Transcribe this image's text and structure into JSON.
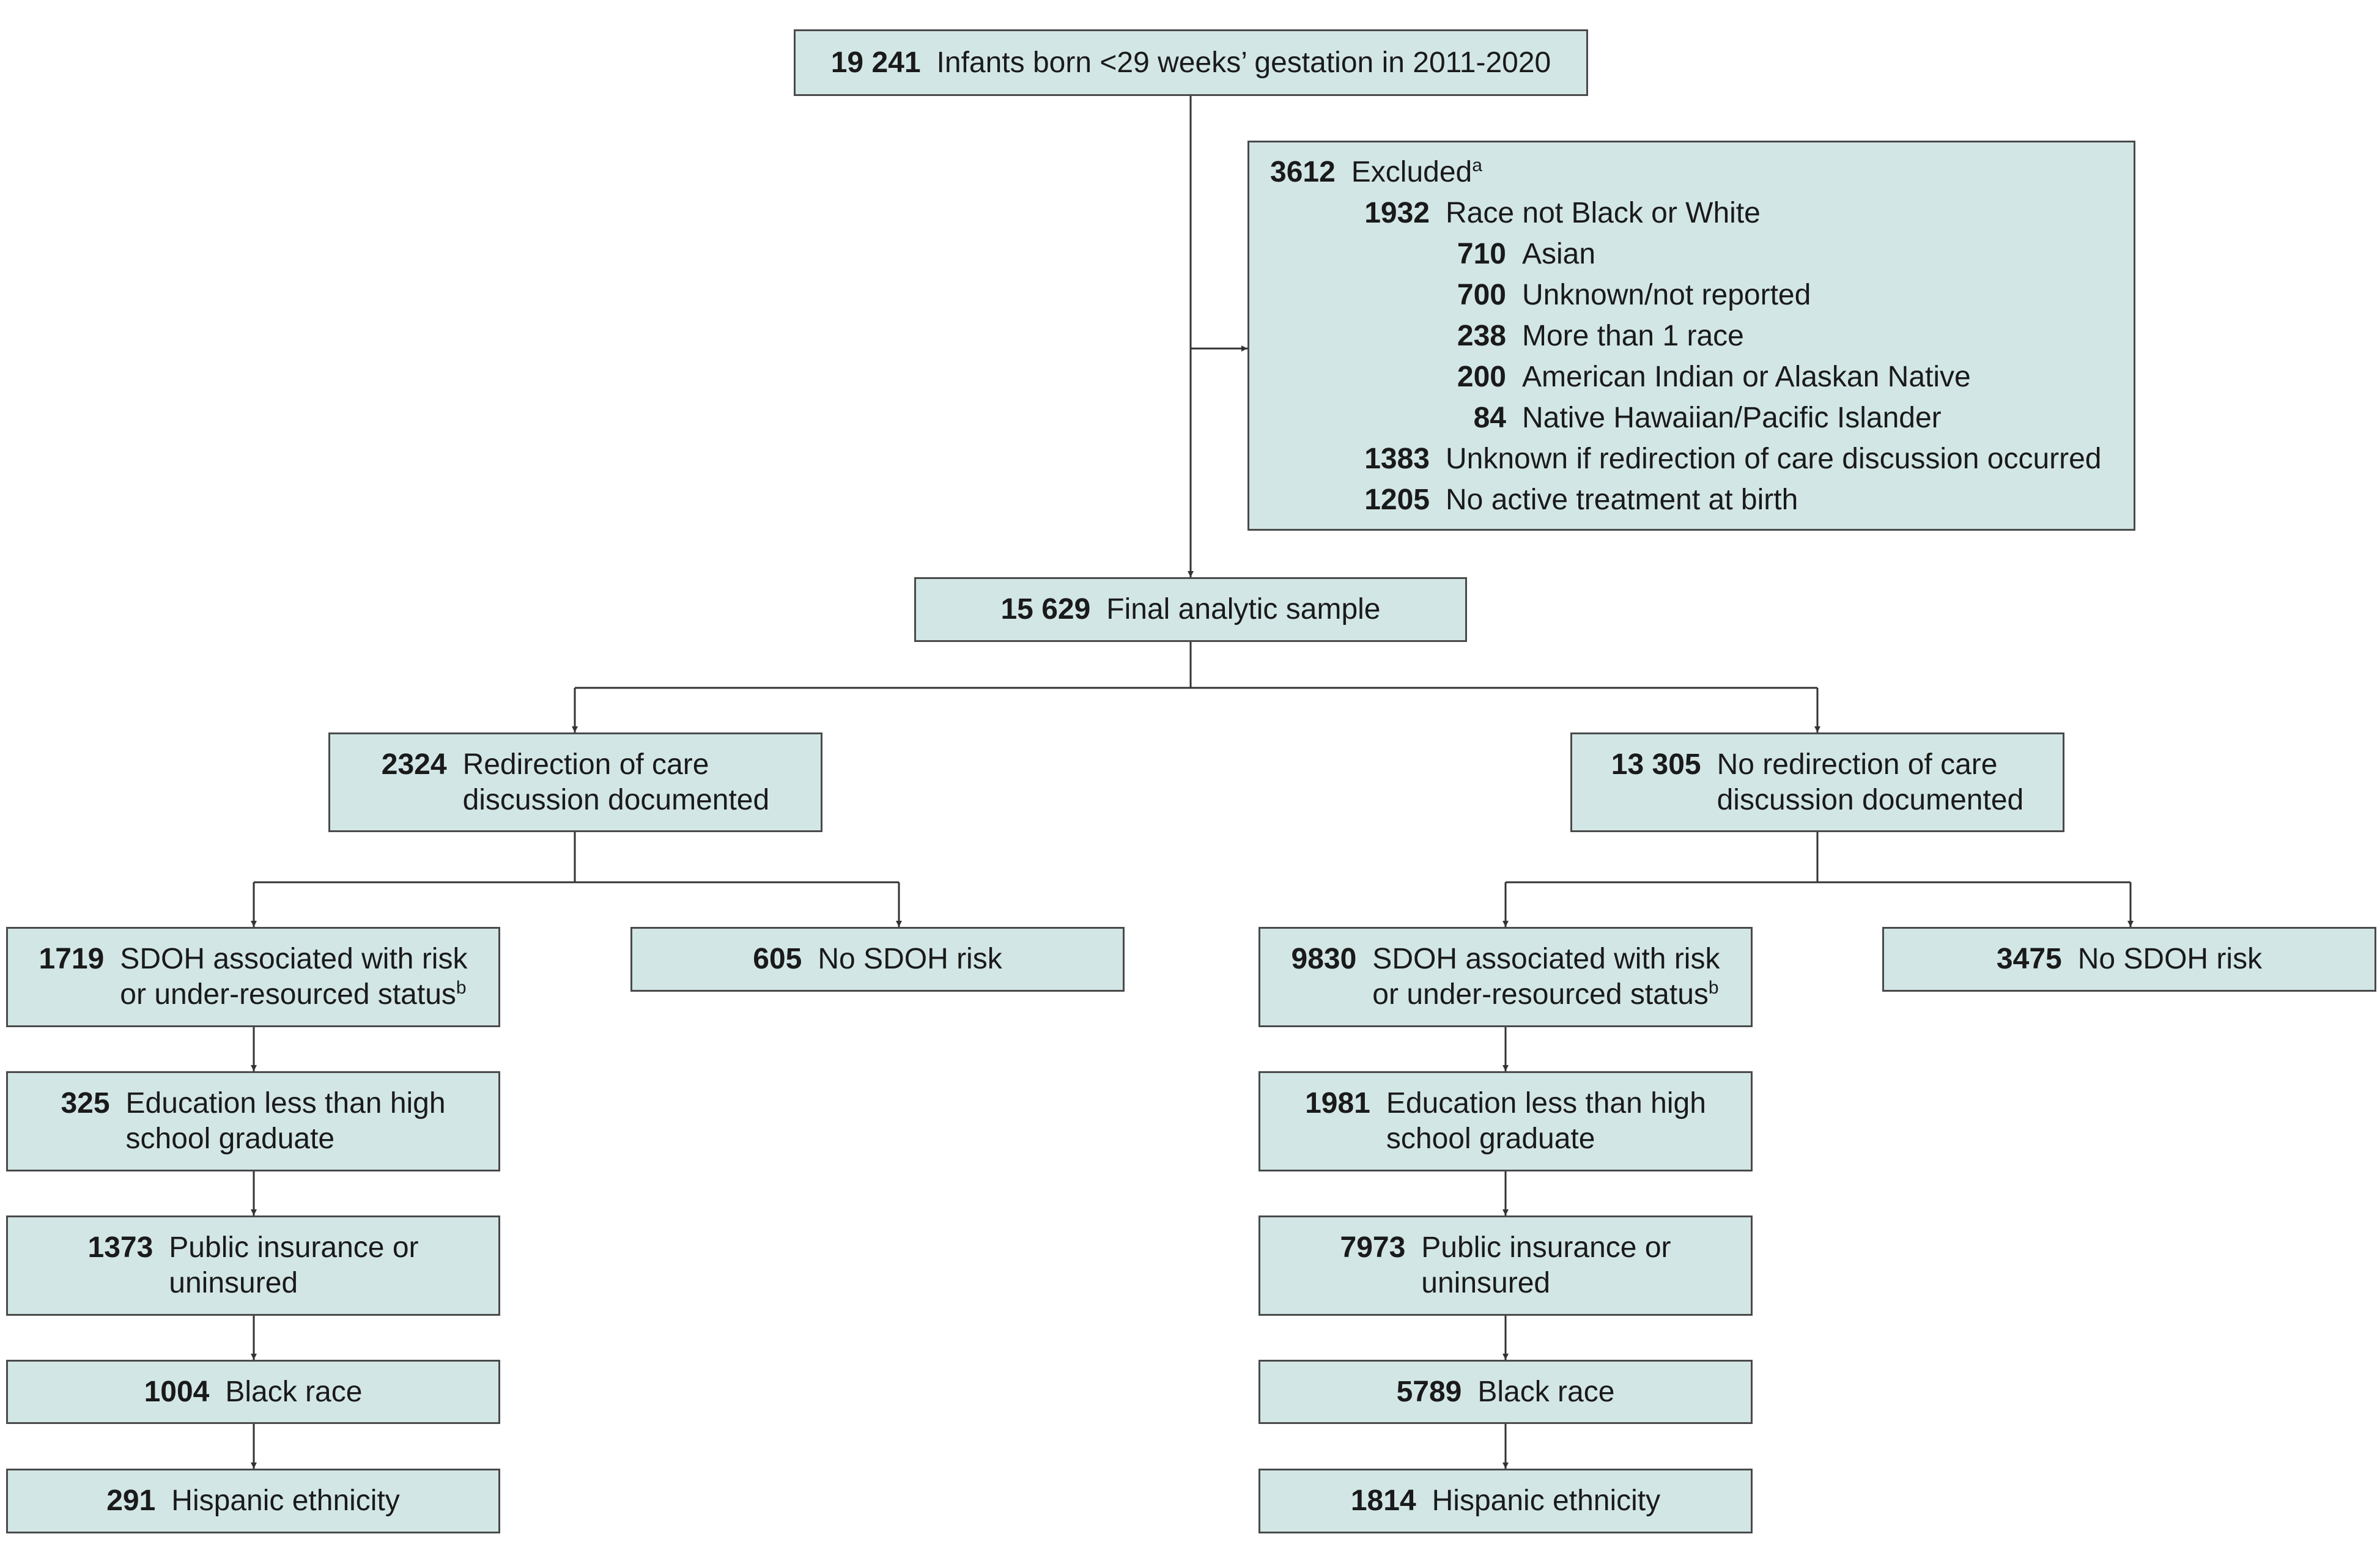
{
  "top": {
    "n": "19 241",
    "label": "Infants born <29 weeks’ gestation in 2011-2020"
  },
  "excluded": {
    "n": "3612",
    "label": "Excluded",
    "note": "a",
    "items": [
      {
        "n": "1932",
        "label": "Race not Black or White",
        "level": 1
      },
      {
        "n": "710",
        "label": "Asian",
        "level": 2
      },
      {
        "n": "700",
        "label": "Unknown/not reported",
        "level": 2
      },
      {
        "n": "238",
        "label": "More than 1 race",
        "level": 2
      },
      {
        "n": "200",
        "label": "American Indian or Alaskan Native",
        "level": 2
      },
      {
        "n": "84",
        "label": "Native Hawaiian/Pacific Islander",
        "level": 2
      },
      {
        "n": "1383",
        "label": "Unknown if redirection of care discussion occurred",
        "level": 1
      },
      {
        "n": "1205",
        "label": "No active treatment at birth",
        "level": 1
      }
    ]
  },
  "final": {
    "n": "15 629",
    "label": "Final analytic sample"
  },
  "left": {
    "group": {
      "n": "2324",
      "line1": "Redirection of care",
      "line2": "discussion documented"
    },
    "sdoh": {
      "n": "1719",
      "line1": "SDOH associated with risk",
      "line2": "or under-resourced status",
      "note": "b"
    },
    "nosdoh": {
      "n": "605",
      "label": "No SDOH risk"
    },
    "education": {
      "n": "325",
      "line1": "Education less than high",
      "line2": "school graduate"
    },
    "insurance": {
      "n": "1373",
      "line1": "Public insurance or",
      "line2": "uninsured"
    },
    "black": {
      "n": "1004",
      "label": "Black race"
    },
    "hispanic": {
      "n": "291",
      "label": "Hispanic ethnicity"
    }
  },
  "right": {
    "group": {
      "n": "13 305",
      "line1": "No redirection of care",
      "line2": "discussion documented"
    },
    "sdoh": {
      "n": "9830",
      "line1": "SDOH associated with risk",
      "line2": "or under-resourced status",
      "note": "b"
    },
    "nosdoh": {
      "n": "3475",
      "label": "No SDOH risk"
    },
    "education": {
      "n": "1981",
      "line1": "Education less than high",
      "line2": "school graduate"
    },
    "insurance": {
      "n": "7973",
      "line1": "Public insurance or",
      "line2": "uninsured"
    },
    "black": {
      "n": "5789",
      "label": "Black race"
    },
    "hispanic": {
      "n": "1814",
      "label": "Hispanic ethnicity"
    }
  }
}
